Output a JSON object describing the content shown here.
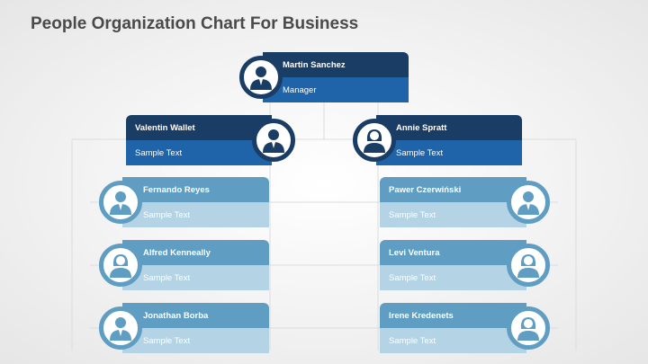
{
  "title": "People Organization Chart For Business",
  "colors": {
    "dark_header": "#1a3d66",
    "dark_body": "#1f63a8",
    "light_header": "#5f9ec2",
    "light_body": "#b4d4e6"
  },
  "manager": {
    "name": "Martin Sanchez",
    "role": "Manager",
    "icon": "male-person-icon"
  },
  "level2": [
    {
      "name": "Valentin Wallet",
      "text": "Sample Text",
      "icon": "male-person-icon"
    },
    {
      "name": "Annie Spratt",
      "text": "Sample Text",
      "icon": "female-person-icon"
    }
  ],
  "left_team": [
    {
      "name": "Fernando Reyes",
      "text": "Sample Text",
      "icon": "male-person-icon"
    },
    {
      "name": "Alfred Kenneally",
      "text": "Sample Text",
      "icon": "female-person-icon"
    },
    {
      "name": "Jonathan Borba",
      "text": "Sample Text",
      "icon": "male-person-icon"
    }
  ],
  "right_team": [
    {
      "name": "Pawer Czerwiński",
      "text": "Sample Text",
      "icon": "male-person-icon"
    },
    {
      "name": "Levi Ventura",
      "text": "Sample Text",
      "icon": "female-person-icon"
    },
    {
      "name": "Irene Kredenets",
      "text": "Sample Text",
      "icon": "female-person-icon"
    }
  ]
}
